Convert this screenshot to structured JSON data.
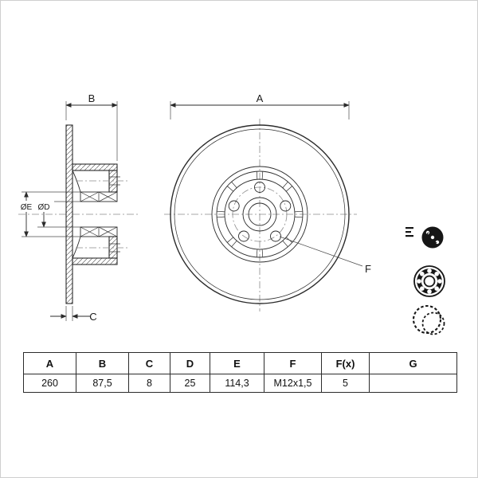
{
  "colors": {
    "line": "#2b2b2b",
    "centerline": "#8a8a8a",
    "icon": "#161616",
    "table_border": "#2b2b2b",
    "background": "#ffffff"
  },
  "drawing": {
    "labels": {
      "a": "A",
      "b": "B",
      "c": "C",
      "oe": "ØE",
      "od": "ØD",
      "f": "F"
    }
  },
  "icons": [
    {
      "name": "bearing-seal-icon"
    },
    {
      "name": "ball-bearing-icon"
    },
    {
      "name": "abs-encoder-ring-icon"
    }
  ],
  "table": {
    "headers": [
      "A",
      "B",
      "C",
      "D",
      "E",
      "F",
      "F(x)",
      "G"
    ],
    "values": [
      "260",
      "87,5",
      "8",
      "25",
      "114,3",
      "M12x1,5",
      "5",
      ""
    ]
  }
}
